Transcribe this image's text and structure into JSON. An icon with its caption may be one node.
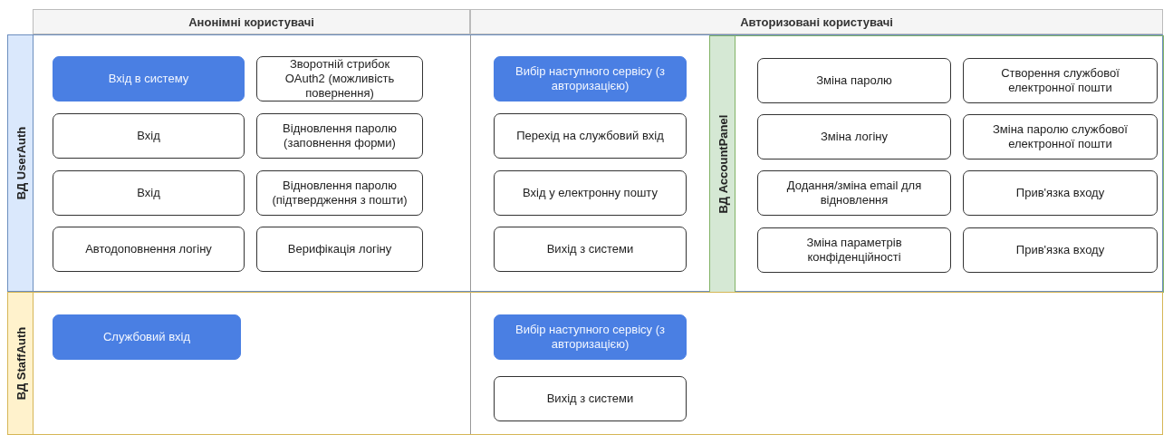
{
  "diagram": {
    "nodes": [
      {
        "text": [
          "Анонімні користувачі"
        ]
      },
      {
        "text": [
          "Авторизовані користувачі"
        ]
      },
      {
        "text": [
          "ВД UserAuth"
        ]
      },
      {
        "text": [
          "ВД StaffAuth"
        ]
      },
      {
        "text": [
          "ВД AccountPanel"
        ],
        "in": 2
      },
      {
        "text": [
          "Вхід в систему"
        ],
        "in": 2
      },
      {
        "text": [
          "Зворотній стрибок OAuth2 (можливість повернення)"
        ],
        "in": 2
      },
      {
        "text": [
          "Вхід"
        ],
        "in": 2
      },
      {
        "text": [
          "Відновлення паролю (заповнення форми)"
        ],
        "in": 2
      },
      {
        "text": [
          "Вхід"
        ],
        "in": 2
      },
      {
        "text": [
          "Відновлення паролю (підтвердження з пошти)"
        ],
        "in": 2
      },
      {
        "text": [
          "Автодоповнення логіну"
        ],
        "in": 2
      },
      {
        "text": [
          "Верифікація логіну"
        ],
        "in": 2
      },
      {
        "text": [
          "Вибір наступного сервісу (з авторизацією)"
        ],
        "in": 2
      },
      {
        "text": [
          "Перехід на службовий вхід"
        ],
        "in": 2
      },
      {
        "text": [
          "Вхід у електронну пошту"
        ],
        "in": 2
      },
      {
        "text": [
          "Вихід з системи"
        ],
        "in": 2
      },
      {
        "text": [
          "Зміна паролю"
        ],
        "in": 4
      },
      {
        "text": [
          "Створення службової електронної пошти"
        ],
        "in": 4
      },
      {
        "text": [
          "Зміна логіну"
        ],
        "in": 4
      },
      {
        "text": [
          "Зміна паролю службової електронної пошти"
        ],
        "in": 4
      },
      {
        "text": [
          "Додання/зміна email для відновлення"
        ],
        "in": 4
      },
      {
        "text": [
          "Прив'язка входу"
        ],
        "in": 4
      },
      {
        "text": [
          "Зміна параметрів конфіденційності"
        ],
        "in": 4
      },
      {
        "text": [
          "Прив'язка входу"
        ],
        "in": 4
      },
      {
        "text": [
          "Службовий вхід"
        ],
        "in": 3
      },
      {
        "text": [
          "Вибір наступного сервісу (з авторизацією)"
        ],
        "in": 3
      },
      {
        "text": [
          "Вихід з системи"
        ],
        "in": 3
      }
    ]
  }
}
